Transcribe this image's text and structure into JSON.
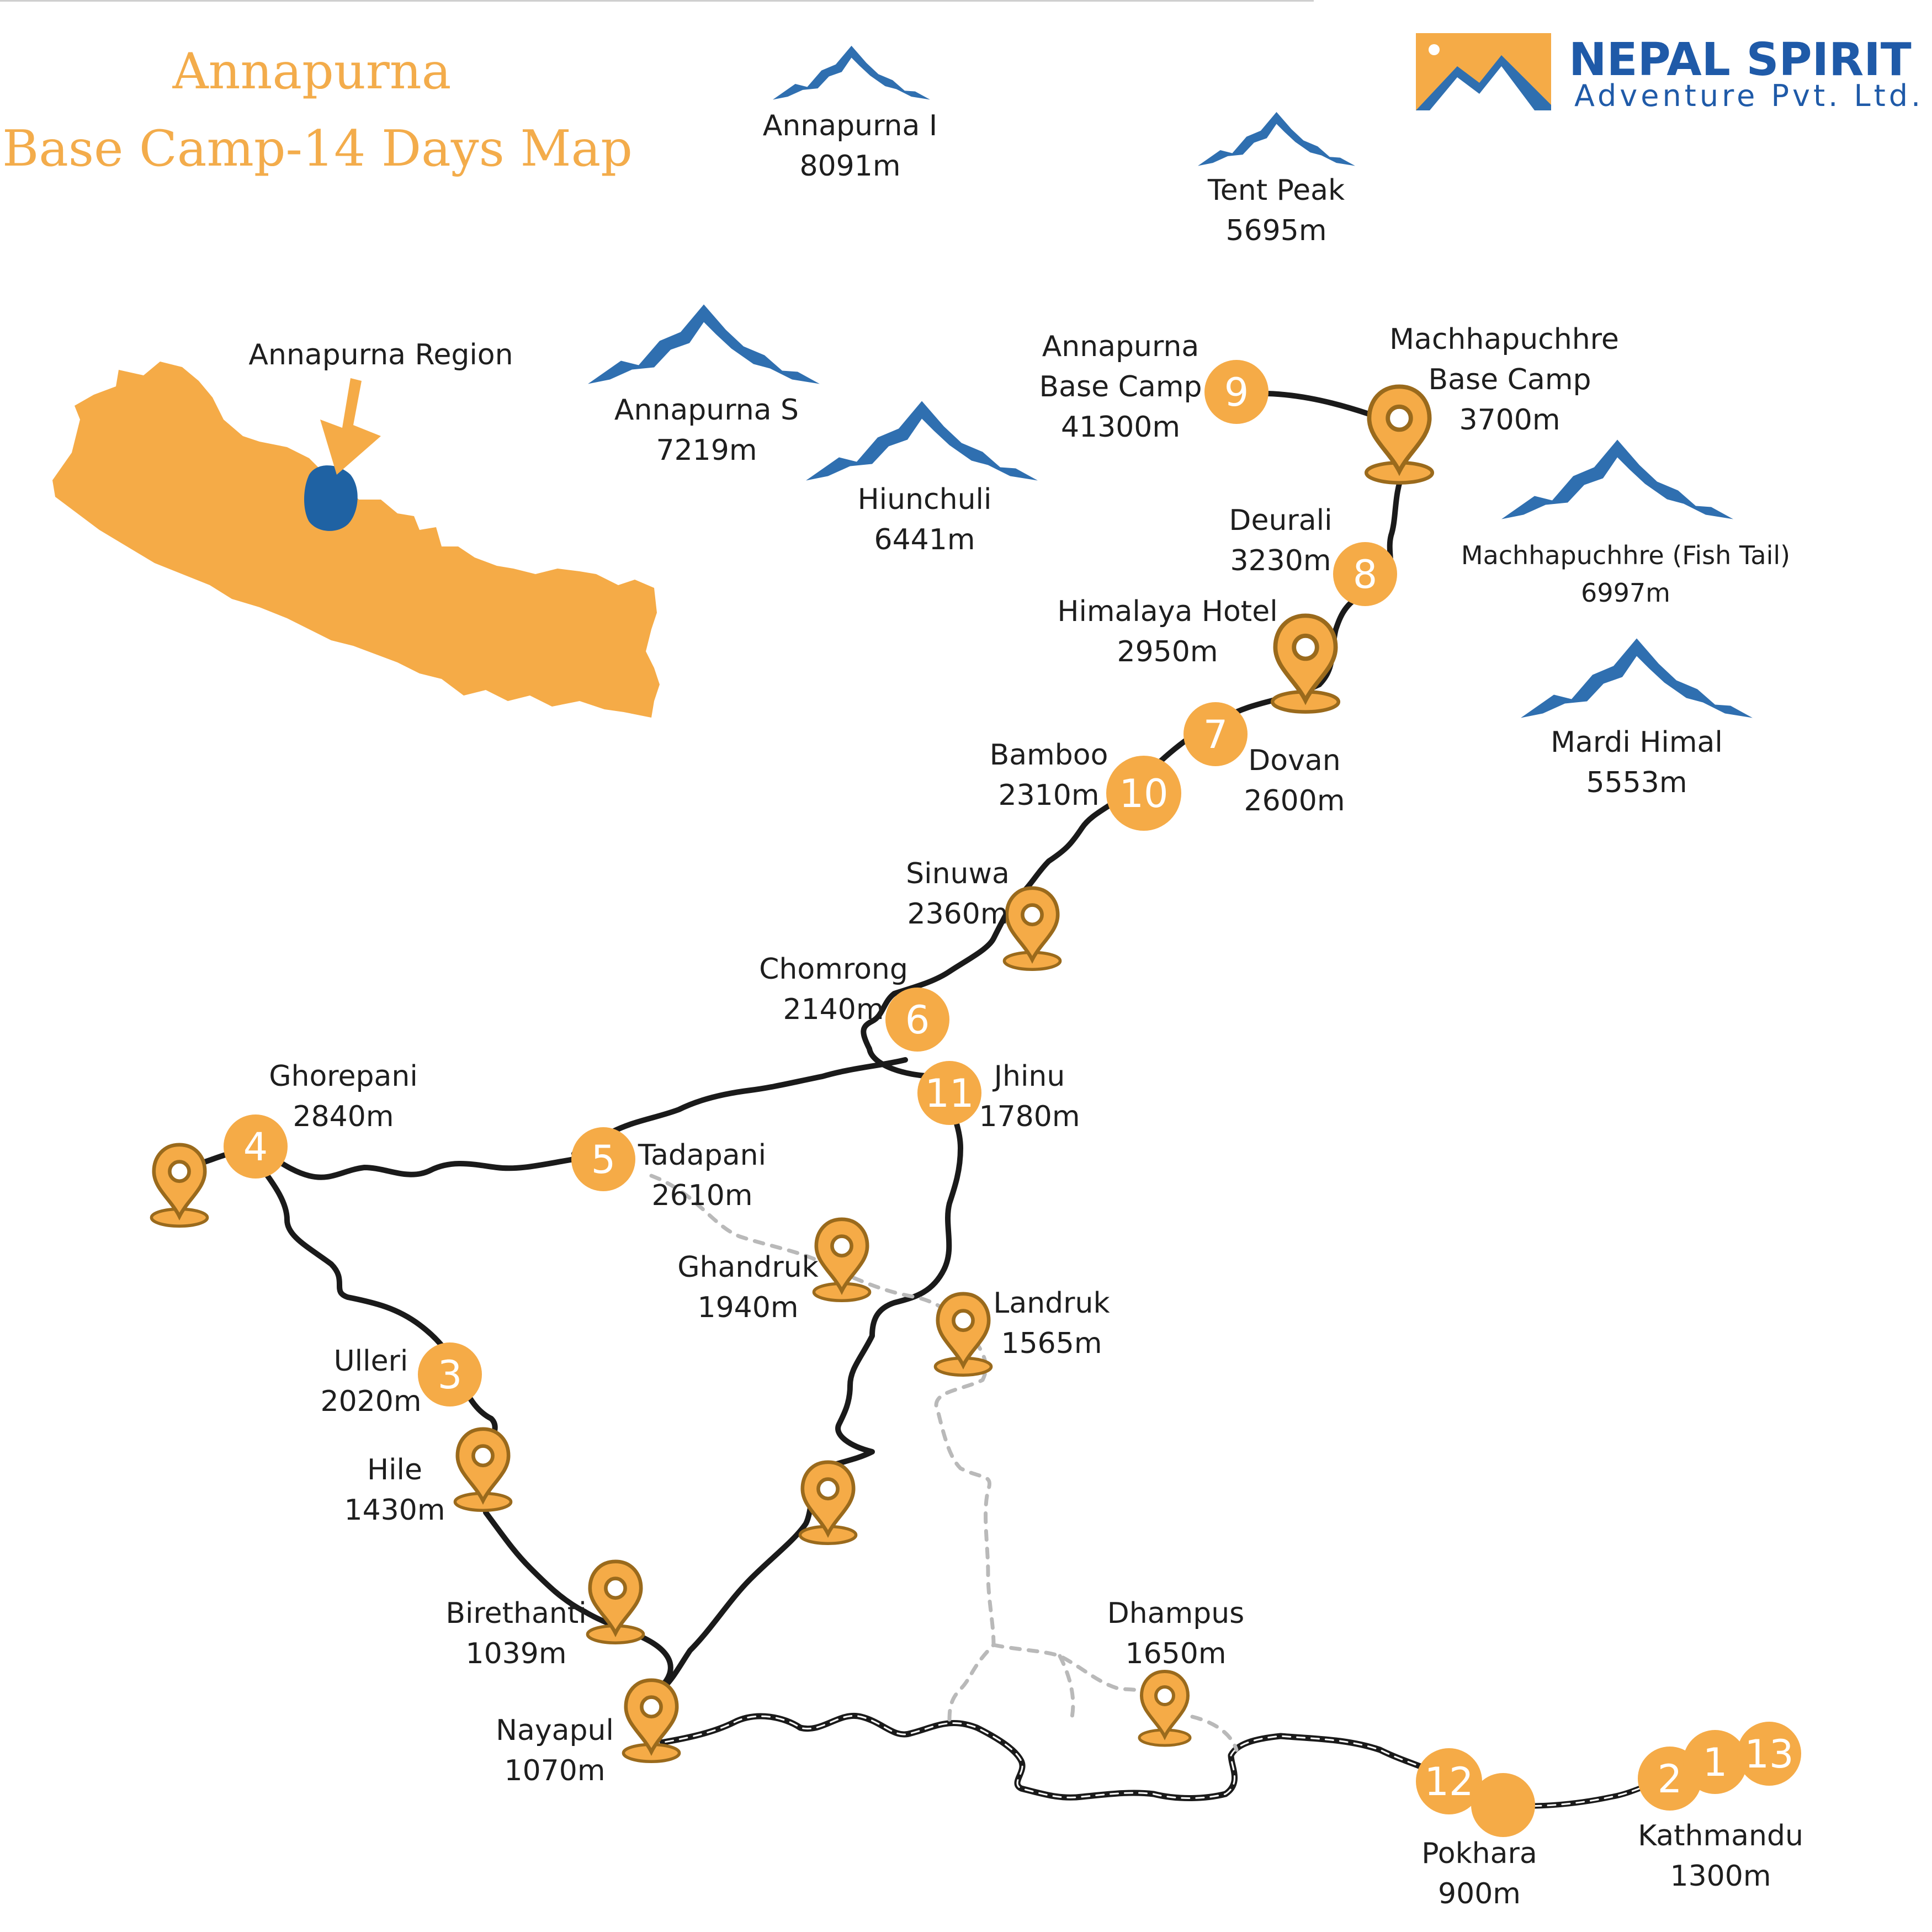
{
  "title": {
    "line1": "Annapurna",
    "line2": "Base Camp-14 Days Map"
  },
  "brand": {
    "name": "NEPAL SPIRIT",
    "tagline": "Adventure Pvt. Ltd."
  },
  "colors": {
    "accent": "#f5ab47",
    "mountain": "#2f6fb0",
    "route": "#1a1a1a",
    "text": "#1e1e1e",
    "brand": "#1f5aa8"
  },
  "inset": {
    "label": "Annapurna Region"
  },
  "mountains": [
    {
      "name": "Annapurna I",
      "elevation": "8091m"
    },
    {
      "name": "Tent Peak",
      "elevation": "5695m"
    },
    {
      "name": "Annapurna S",
      "elevation": "7219m"
    },
    {
      "name": "Hiunchuli",
      "elevation": "6441m"
    },
    {
      "name": "Machhapuchhre (Fish Tail)",
      "elevation": "6997m"
    },
    {
      "name": "Mardi Himal",
      "elevation": "5553m"
    }
  ],
  "stops": [
    {
      "name": "Annapurna\nBase Camp",
      "elevation": "41300m",
      "day": "9"
    },
    {
      "name": "Machhapuchhre\nBase Camp",
      "elevation": "3700m"
    },
    {
      "name": "Deurali",
      "elevation": "3230m",
      "day": "8"
    },
    {
      "name": "Himalaya Hotel",
      "elevation": "2950m"
    },
    {
      "name": "Dovan",
      "elevation": "2600m",
      "day": "7"
    },
    {
      "name": "Bamboo",
      "elevation": "2310m",
      "day": "10"
    },
    {
      "name": "Sinuwa",
      "elevation": "2360m"
    },
    {
      "name": "Chomrong",
      "elevation": "2140m",
      "day": "6"
    },
    {
      "name": "Jhinu",
      "elevation": "1780m",
      "day": "11"
    },
    {
      "name": "Ghorepani",
      "elevation": "2840m",
      "day": "4"
    },
    {
      "name": "Tadapani",
      "elevation": "2610m",
      "day": "5"
    },
    {
      "name": "Ghandruk",
      "elevation": "1940m"
    },
    {
      "name": "Landruk",
      "elevation": "1565m"
    },
    {
      "name": "Ulleri",
      "elevation": "2020m",
      "day": "3"
    },
    {
      "name": "Hile",
      "elevation": "1430m"
    },
    {
      "name": "Birethanti",
      "elevation": "1039m"
    },
    {
      "name": "Nayapul",
      "elevation": "1070m"
    },
    {
      "name": "Dhampus",
      "elevation": "1650m"
    },
    {
      "name": "Pokhara",
      "elevation": "900m",
      "day": "12"
    },
    {
      "name": "Kathmandu",
      "elevation": "1300m",
      "days": [
        "2",
        "1",
        "13"
      ]
    }
  ]
}
